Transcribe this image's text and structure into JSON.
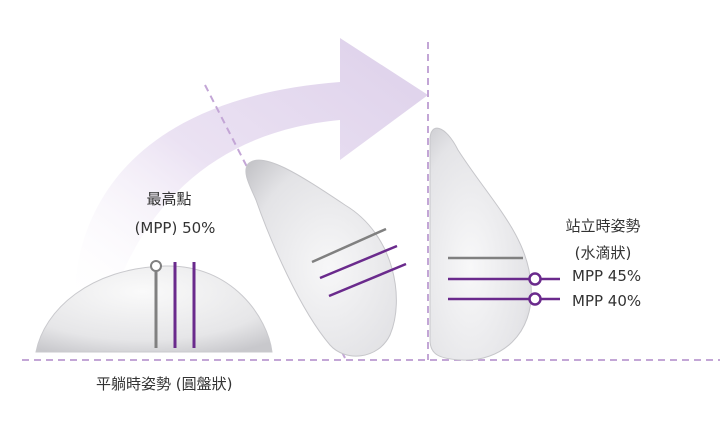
{
  "labels": {
    "peak_title": "最高點",
    "peak_value": "(MPP) 50%",
    "lying": "平躺時姿勢 (圓盤狀)",
    "standing_title": "站立時姿勢",
    "standing_shape": "(水滴狀)",
    "mpp_upper": "MPP 45%",
    "mpp_lower": "MPP 40%"
  },
  "colors": {
    "accent_purple": "#6a2a8c",
    "marker_gray": "#808080",
    "dashed_line": "#c3a6d6",
    "arrow_fill": "#e6dbef"
  }
}
